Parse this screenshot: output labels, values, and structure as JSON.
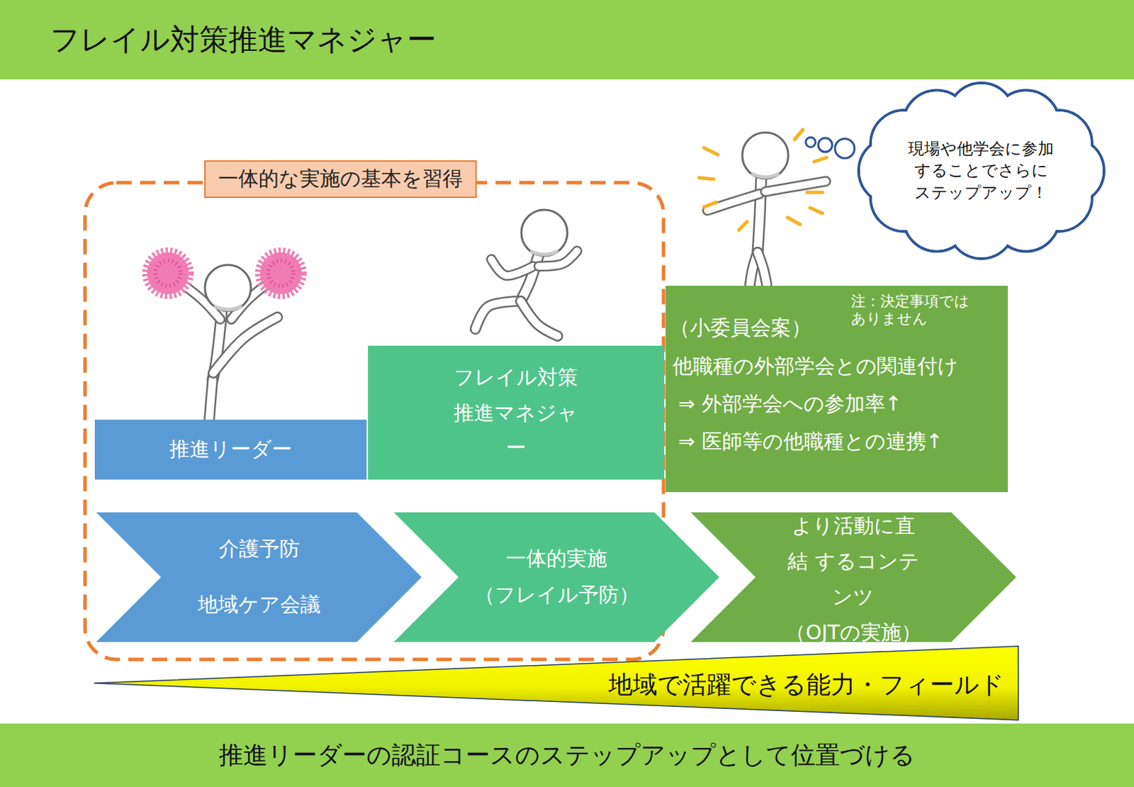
{
  "diagram": {
    "title": "フレイル対策推進マネジャー",
    "nodes": [
      {
        "text": [
          "一体的な実施の基本を習得"
        ]
      },
      {
        "text": [
          "推進リーダー"
        ],
        "in": 0
      },
      {
        "text": [
          "フレイル対策 推進マネジャー"
        ],
        "in": 0
      },
      {
        "text": [
          "現場や他学会に参加 することでさらに ステップアップ！"
        ]
      },
      {
        "text": [
          "注：決定事項では ありません",
          "（小委員会案）",
          "他職種の外部学会との関連付け",
          "⇒ 外部学会への参加率↑",
          "⇒ 医師等の他職種との連携↑"
        ]
      },
      {
        "text": [
          "介護予防",
          "地域ケア会議"
        ],
        "in": 0
      },
      {
        "text": [
          "一体的実施",
          "（フレイル予防）"
        ],
        "in": 0
      },
      {
        "text": [
          "より活動に直結 するコンテンツ",
          "（OJTの実施）"
        ]
      },
      {
        "text": [
          "地域で活躍できる能力・フィールド"
        ]
      },
      {
        "text": [
          "推進リーダーの認証コースのステップアップとして位置づける"
        ]
      }
    ]
  }
}
